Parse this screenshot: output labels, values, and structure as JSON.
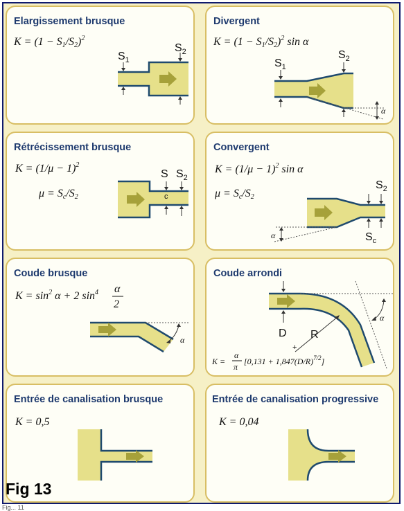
{
  "figure_label": "Fig 13",
  "caption_fragment": "Fig... 11",
  "panels": [
    {
      "title": "Elargissement brusque",
      "formula": "K = (1 − S₁/S₂)²",
      "labels": [
        "S₁",
        "S₂"
      ]
    },
    {
      "title": "Divergent",
      "formula": "K = (1 − S₁/S₂)² sin α",
      "labels": [
        "S₁",
        "S₂",
        "α"
      ]
    },
    {
      "title": "Rétrécissement brusque",
      "formula": "K = (1/μ − 1)²",
      "formula2": "μ = S꜀/S₂",
      "labels": [
        "S",
        "c",
        "S₂"
      ]
    },
    {
      "title": "Convergent",
      "formula": "K = (1/μ − 1)² sin α",
      "formula2": "μ = S꜀/S₂",
      "labels": [
        "S₂",
        "S꜀",
        "α"
      ]
    },
    {
      "title": "Coude brusque",
      "formula": "K = sin² α + 2 sin⁴ α/2",
      "labels": [
        "α"
      ]
    },
    {
      "title": "Coude arrondi",
      "formula": "K = α/π [0,131 + 1,847(D/R)^7/2]",
      "labels": [
        "D",
        "R",
        "α"
      ]
    },
    {
      "title": "Entrée de canalisation brusque",
      "formula": "K = 0,5",
      "labels": []
    },
    {
      "title": "Entrée de canalisation progressive",
      "formula": "K = 0,04",
      "labels": []
    }
  ]
}
